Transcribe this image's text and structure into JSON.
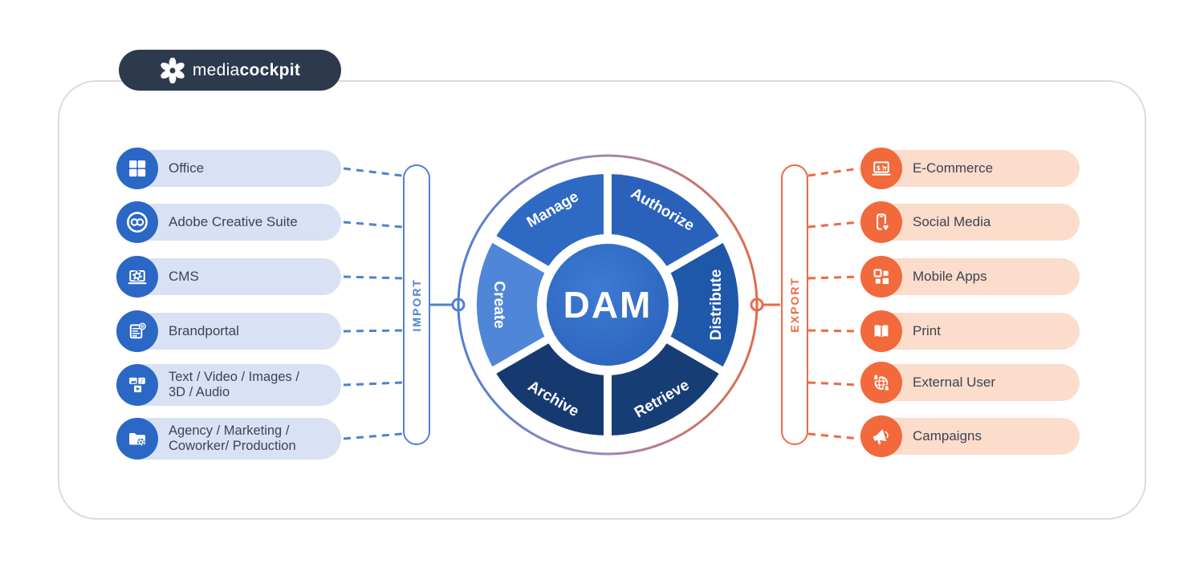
{
  "logo": {
    "text_regular": "media",
    "text_bold": "cockpit",
    "icon": "flower-icon"
  },
  "wheel": {
    "hub_label": "DAM",
    "segments": [
      {
        "label": "Manage",
        "position": "top-left",
        "color": "#2e6ac4"
      },
      {
        "label": "Authorize",
        "position": "top-right",
        "color": "#2a62bb"
      },
      {
        "label": "Create",
        "position": "left",
        "color": "#4f86d8"
      },
      {
        "label": "Distribute",
        "position": "right",
        "color": "#1f57a9"
      },
      {
        "label": "Archive",
        "position": "bottom-left",
        "color": "#163a70"
      },
      {
        "label": "Retrieve",
        "position": "bottom-right",
        "color": "#173d75"
      }
    ],
    "hub_color": "#2f6dc8"
  },
  "import_group": {
    "label": "IMPORT",
    "accent": "#4f82d2",
    "items": [
      {
        "label": "Office",
        "icon": "office-grid-icon"
      },
      {
        "label": "Adobe Creative Suite",
        "icon": "adobe-creative-cloud-icon"
      },
      {
        "label": "CMS",
        "icon": "cms-laptop-gear-icon"
      },
      {
        "label": "Brandportal",
        "icon": "brandportal-document-icon"
      },
      {
        "label": "Text / Video / Images / 3D / Audio",
        "icon": "media-files-icon"
      },
      {
        "label": "Agency / Marketing / Coworker/ Production",
        "icon": "agency-folder-gear-icon"
      }
    ]
  },
  "export_group": {
    "label": "EXPORT",
    "accent": "#ed6a45",
    "items": [
      {
        "label": "E-Commerce",
        "icon": "ecommerce-laptop-icon"
      },
      {
        "label": "Social Media",
        "icon": "social-media-phone-icon"
      },
      {
        "label": "Mobile Apps",
        "icon": "mobile-apps-grid-icon"
      },
      {
        "label": "Print",
        "icon": "print-book-icon"
      },
      {
        "label": "External User",
        "icon": "external-user-globe-icon"
      },
      {
        "label": "Campaigns",
        "icon": "campaigns-megaphone-icon"
      }
    ]
  },
  "colors": {
    "accent_blue": "#4f82d2",
    "accent_orange": "#ed6a45",
    "pill_blue": "#d9e2f4",
    "pill_peach": "#fcdccb",
    "icon_blue": "#2b67c5",
    "icon_orange": "#f2693c",
    "logo_navy": "#2d3a4e",
    "card_border": "#dcdcdc"
  }
}
